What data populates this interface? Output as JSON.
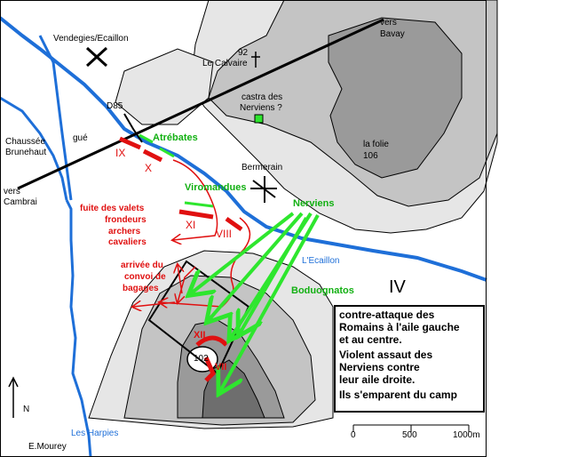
{
  "map": {
    "places": {
      "vendegies": "Vendegies/Ecaillon",
      "bavay_1": "vers",
      "bavay_2": "Bavay",
      "calvaire_alt": "92",
      "calvaire": "Le Calvaire",
      "castra_1": "castra des",
      "castra_2": "Nerviens ?",
      "folie_1": "la folie",
      "folie_2": "106",
      "d85": "D85",
      "gue": "gué",
      "chaussee_1": "Chaussée",
      "chaussee_2": "Brunehaut",
      "cambrai_1": "vers",
      "cambrai_2": "Cambrai",
      "bermerain": "Bermerain",
      "hill_alt": "102",
      "harpies": "Les Harpies",
      "ecaillon": "L'Ecaillon",
      "north": "N",
      "author": "E.Mourey"
    },
    "tribes": {
      "atrebates": "Atrébates",
      "viromandues": "Viromandues",
      "nerviens": "Nerviens",
      "boduognatos": "Boduognatos"
    },
    "legions": {
      "ix": "IX",
      "x": "X",
      "xi": "XI",
      "viii": "VIII",
      "xii": "XII",
      "vii": "VII"
    },
    "phase": "IV",
    "notes": {
      "fuite_1": "fuite des valets",
      "fuite_2": "frondeurs",
      "fuite_3": "archers",
      "fuite_4": "cavaliers",
      "arrivee_1": "arrivée du",
      "arrivee_2": "convoi de",
      "arrivee_3": "bagages"
    },
    "legend": {
      "line_1": "contre-attaque des",
      "line_2": "Romains à l'aile gauche",
      "line_3": "et au centre.",
      "line_4": "Violent assaut des",
      "line_5": "Nerviens contre",
      "line_6": "leur aile droite.",
      "line_7": "Ils s'emparent du camp"
    },
    "scale": {
      "tick_0": "0",
      "tick_500": "500",
      "tick_1000": "1000m"
    },
    "colors": {
      "river": "#1e6fd8",
      "roman": "#e01010",
      "gaul": "#2ee62e",
      "terrain_low": "#e6e6e6",
      "terrain_mid": "#c4c4c4",
      "terrain_high": "#9a9a9a",
      "terrain_top": "#6e6e6e"
    }
  }
}
